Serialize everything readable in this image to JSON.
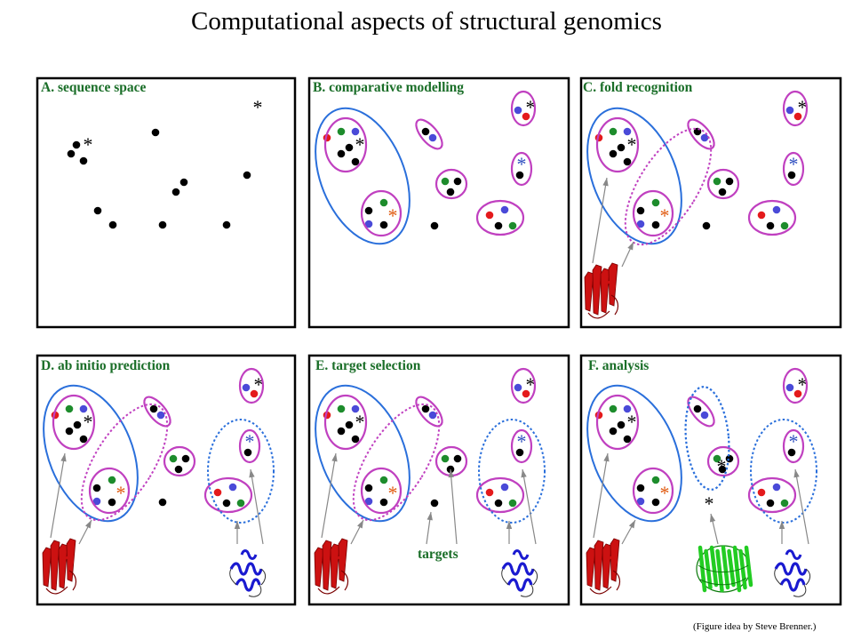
{
  "title": "Computational aspects of structural genomics",
  "credit": "(Figure idea by Steve Brenner.)",
  "targets_label": "targets",
  "colors": {
    "dot": "#000000",
    "red": "#e41a1c",
    "green": "#1d8c2c",
    "blue": "#4a4ad8",
    "cluster": "#c040c0",
    "family": "#2a6fdb",
    "superfamily": "#c040c0",
    "panel_label": "#1a6e28",
    "star_red": "#e05a10",
    "star_blue": "#3050c0",
    "protein_red": "#cc1111",
    "protein_blue": "#1a1ad0",
    "protein_green": "#22cc22"
  },
  "panels": [
    {
      "id": "A",
      "label": "A. sequence space"
    },
    {
      "id": "B",
      "label": "B. comparative modelling"
    },
    {
      "id": "C",
      "label": "C. fold recognition"
    },
    {
      "id": "D",
      "label": "D. ab initio prediction"
    },
    {
      "id": "E",
      "label": "E. target selection"
    },
    {
      "id": "F",
      "label": "F. analysis"
    }
  ],
  "icons": {
    "protein_red": "red-beta-sheet-protein-icon",
    "protein_blue": "blue-helical-protein-icon",
    "protein_green": "green-beta-barrel-protein-icon"
  },
  "star_char": "*"
}
